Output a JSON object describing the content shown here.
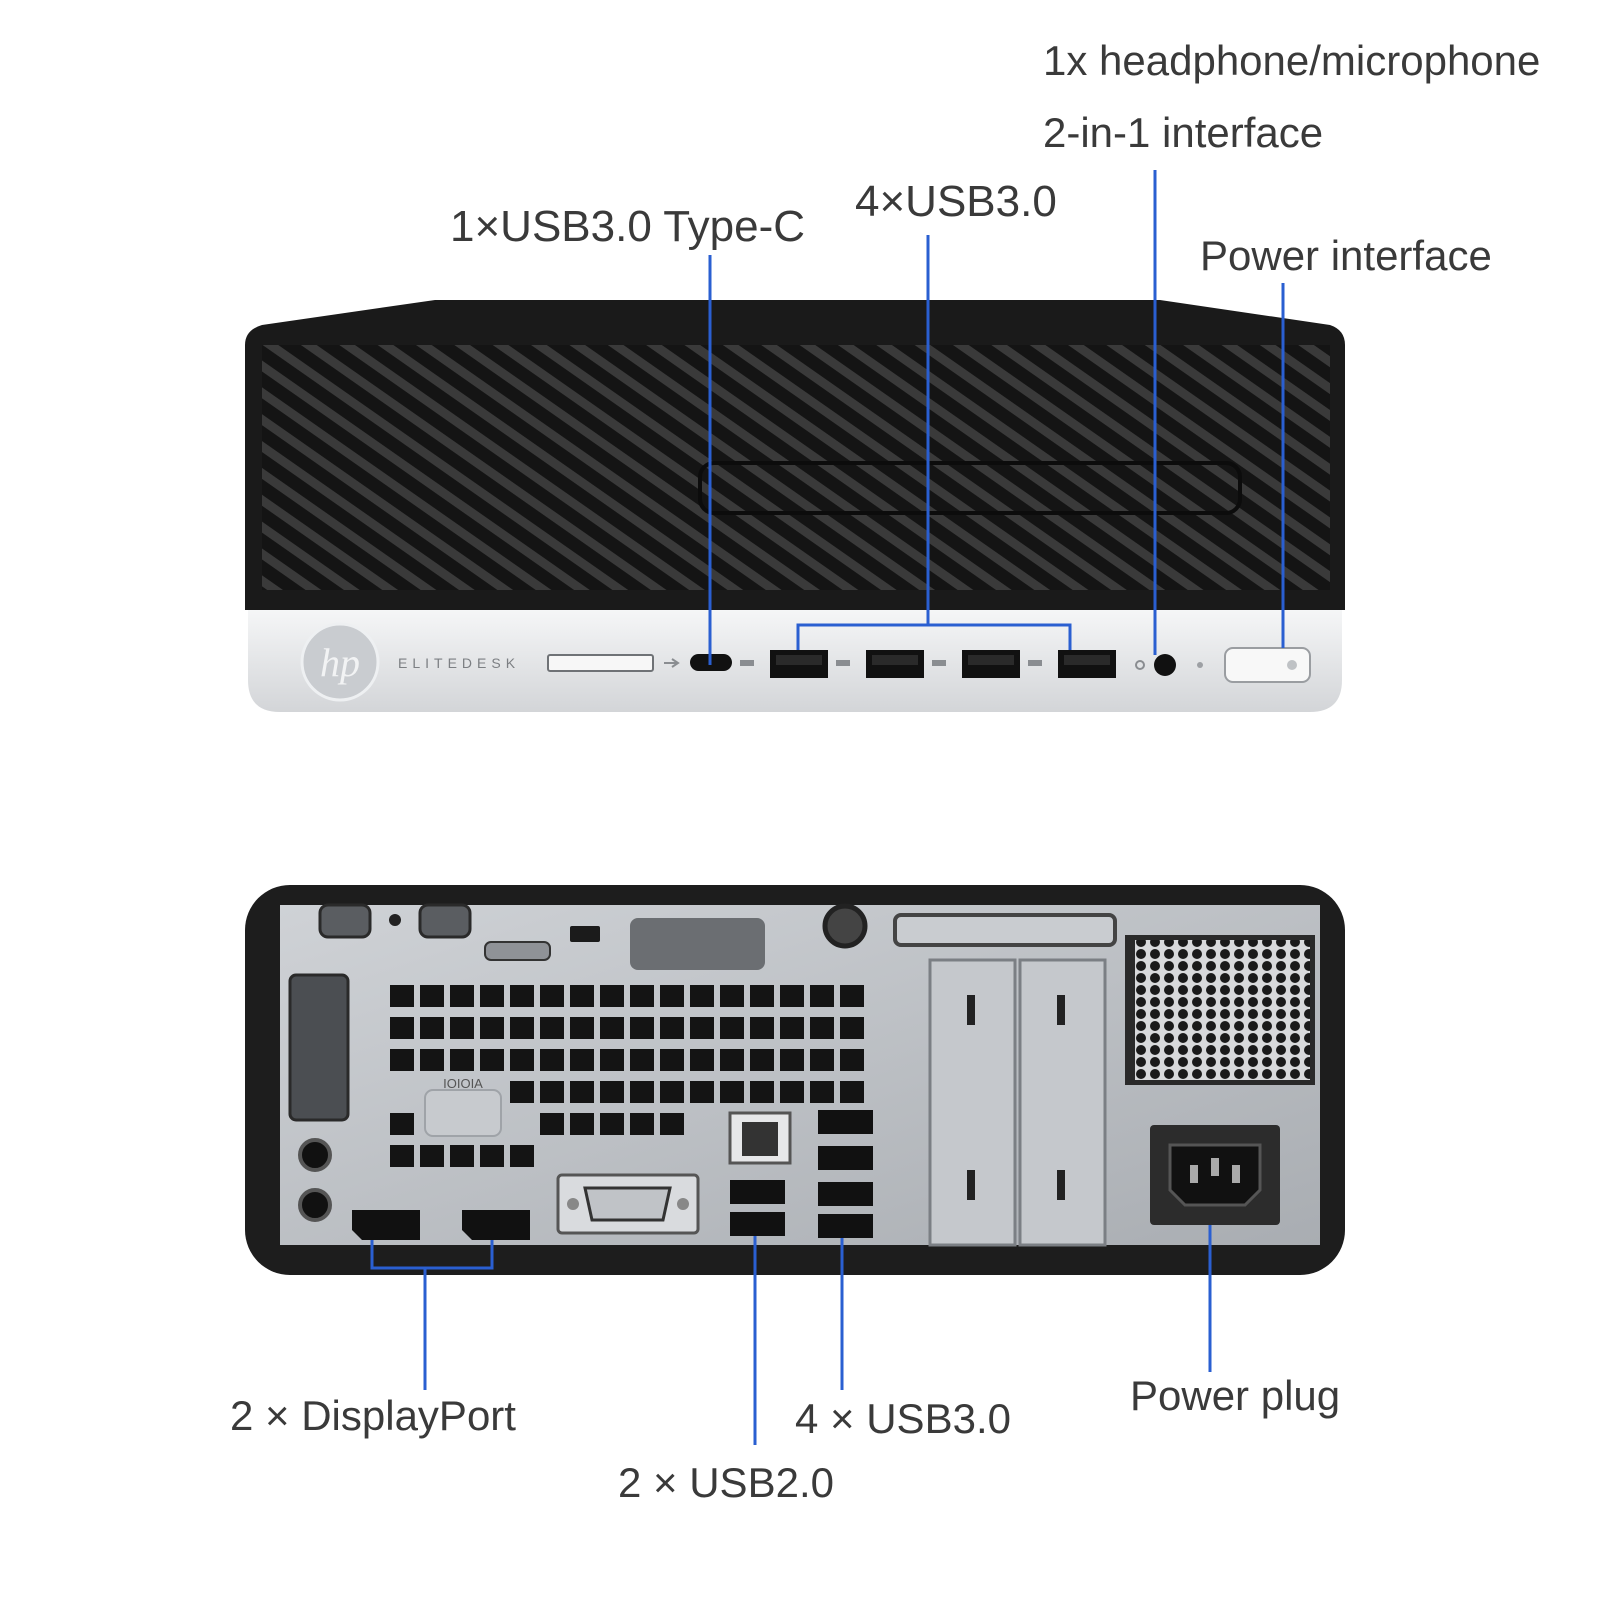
{
  "front": {
    "brand_logo": "hp",
    "model_text": "ELITEDESK",
    "labels": {
      "headphone_line1": "1x headphone/microphone",
      "headphone_line2": "2-in-1 interface",
      "usb_c": "1×USB3.0 Type-C",
      "usb3_front": "4×USB3.0",
      "power_interface": "Power interface"
    }
  },
  "rear": {
    "vga_text": "IOIOIA",
    "labels": {
      "displayport": "2 × DisplayPort",
      "usb2": "2 × USB2.0",
      "usb3_rear": "4 × USB3.0",
      "power_plug": "Power plug"
    }
  },
  "colors": {
    "callout_line": "#2a5fd1",
    "label_text": "#3a3a3a",
    "chassis_black": "#1c1c1c",
    "front_panel_silver": "#e6e7e9",
    "rear_panel_metal": "#b9bcc0"
  },
  "icons": [
    "hp-logo",
    "usb-icon",
    "headphone-icon",
    "power-button-icon",
    "ethernet-icon",
    "vga-port-icon",
    "power-socket-icon"
  ]
}
